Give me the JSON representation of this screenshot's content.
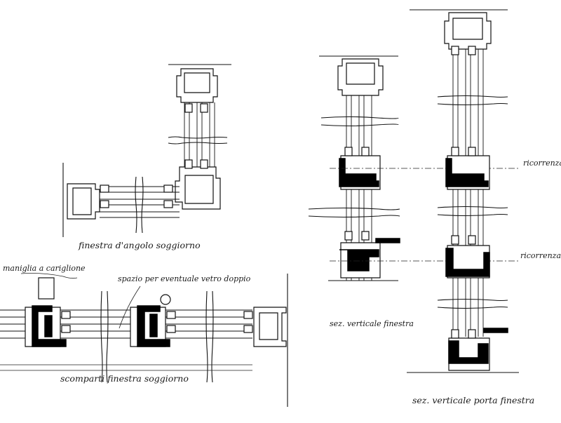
{
  "labels": {
    "corner_window": "finestra d'angolo soggiorno",
    "handle": "maniglia a cariglione",
    "double_glazing": "spazio per eventuale vetro doppio",
    "compartments": "scomparti finestra soggiorno",
    "vertical_window": "sez. verticale finestra",
    "course_1": "ricorrenza",
    "course_2": "ricorrenza",
    "vertical_door": "sez. verticale porta finestra"
  }
}
